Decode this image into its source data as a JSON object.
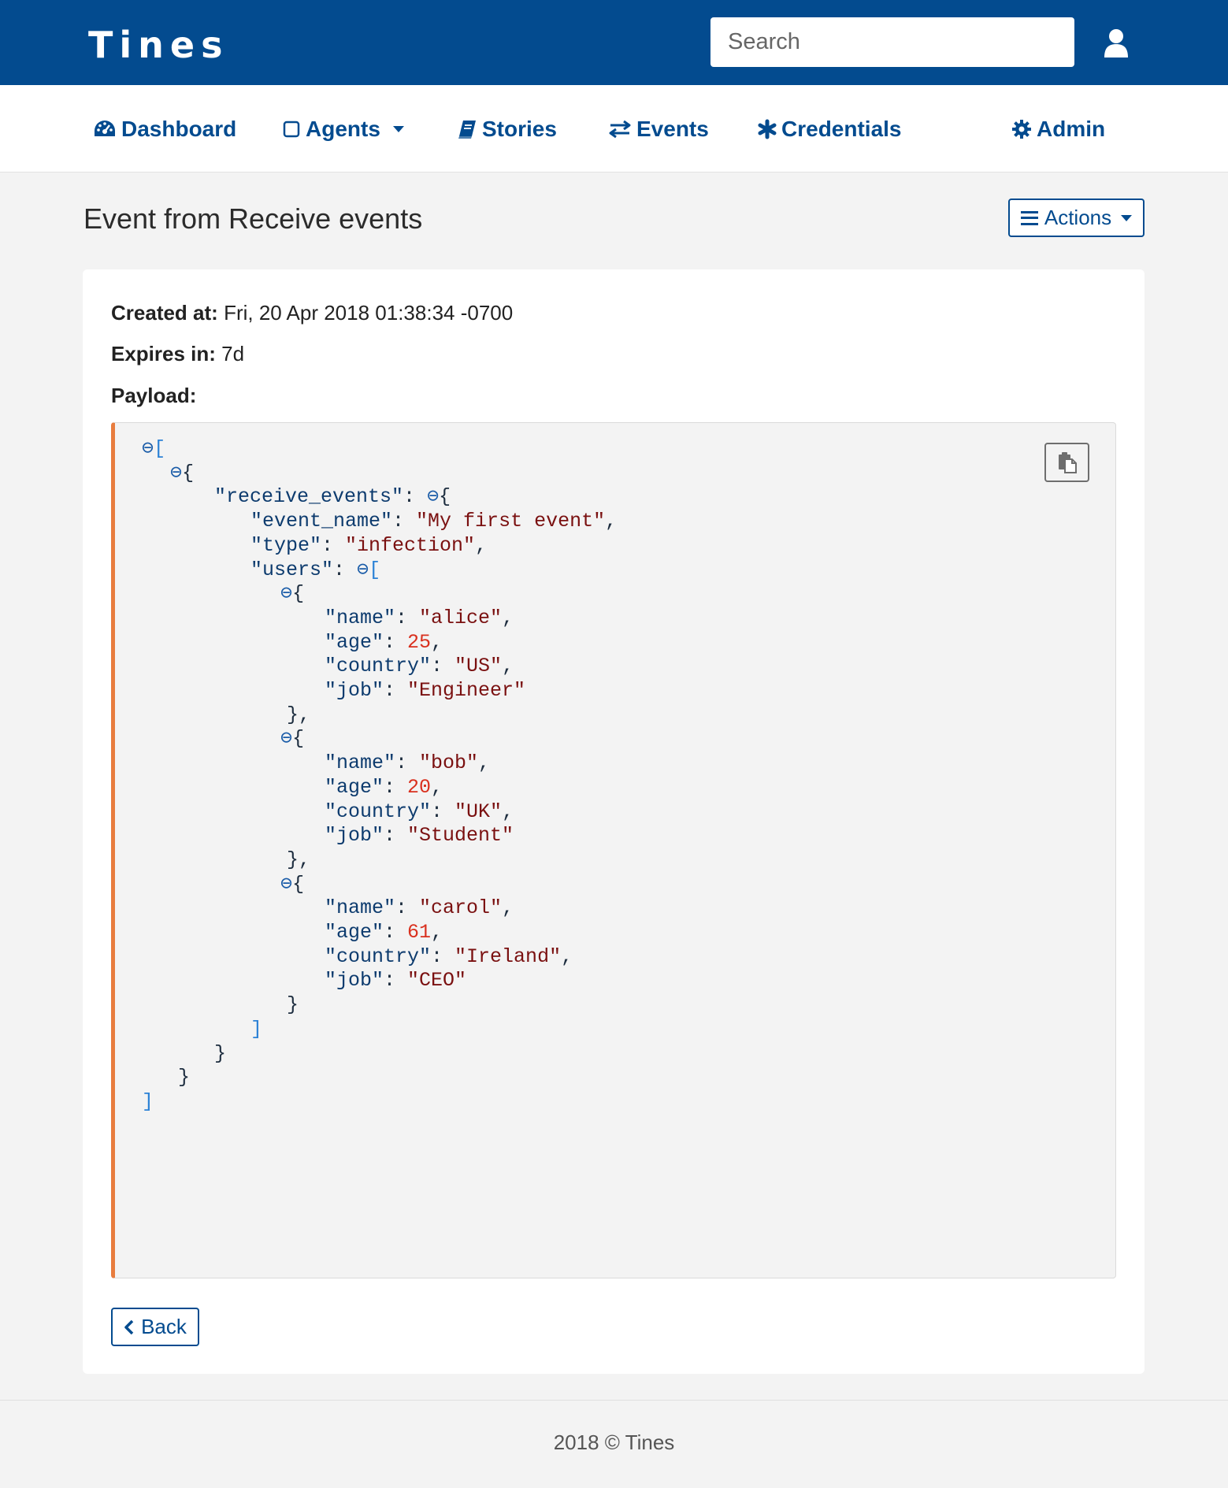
{
  "header": {
    "logo": "Tines",
    "search_placeholder": "Search",
    "user_icon": "user-icon",
    "background": "#034b8f"
  },
  "nav": {
    "items": [
      {
        "label": "Dashboard",
        "icon": "dashboard-icon"
      },
      {
        "label": "Agents",
        "icon": "square-icon",
        "dropdown": true
      },
      {
        "label": "Stories",
        "icon": "book-icon"
      },
      {
        "label": "Events",
        "icon": "exchange-icon"
      },
      {
        "label": "Credentials",
        "icon": "asterisk-icon"
      },
      {
        "label": "Admin",
        "icon": "gear-icon"
      }
    ]
  },
  "page": {
    "title": "Event from Receive events",
    "actions_label": "Actions"
  },
  "event": {
    "created_label": "Created at:",
    "created_value": "Fri, 20 Apr 2018 01:38:34 -0700",
    "expires_label": "Expires in:",
    "expires_value": "7d",
    "payload_label": "Payload:",
    "copy_icon": "clipboard-icon",
    "accent": "#e87c3e"
  },
  "payload": [
    {
      "receive_events": {
        "event_name": "My first event",
        "type": "infection",
        "users": [
          {
            "name": "alice",
            "age": 25,
            "country": "US",
            "job": "Engineer"
          },
          {
            "name": "bob",
            "age": 20,
            "country": "UK",
            "job": "Student"
          },
          {
            "name": "carol",
            "age": 61,
            "country": "Ireland",
            "job": "CEO"
          }
        ]
      }
    }
  ],
  "back_label": "Back",
  "footer": "2018 © Tines"
}
